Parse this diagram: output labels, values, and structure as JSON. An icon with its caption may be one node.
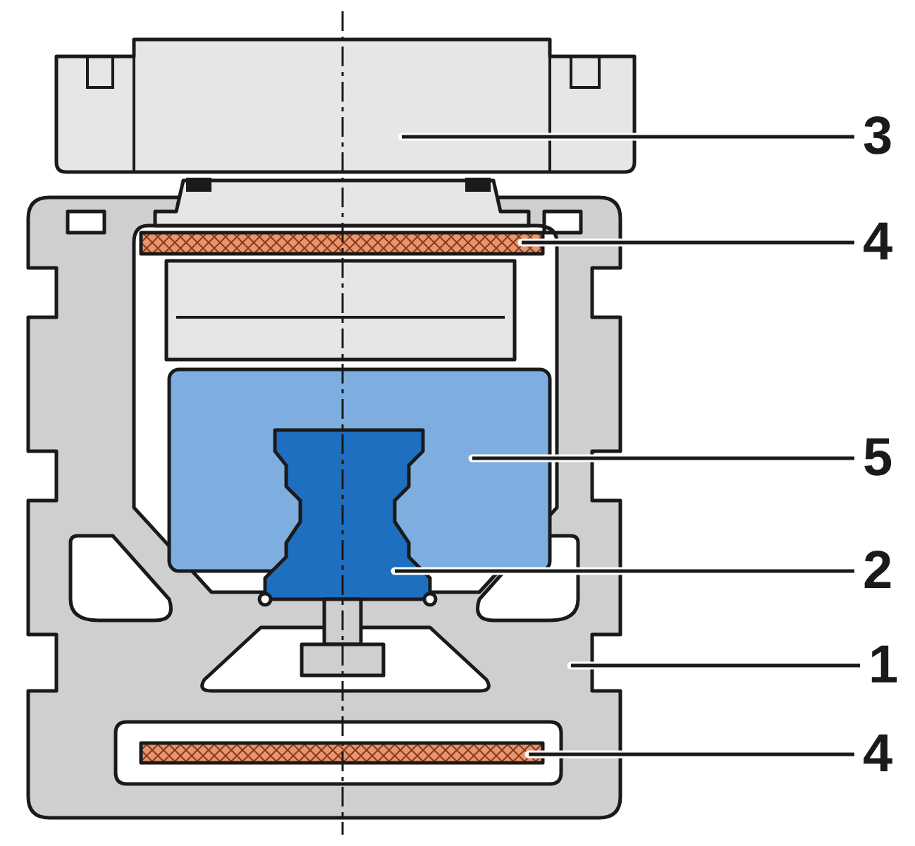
{
  "diagram": {
    "nodes": [
      {
        "text": [
          "3"
        ]
      },
      {
        "text": [
          "4"
        ]
      },
      {
        "text": [
          "5"
        ]
      },
      {
        "text": [
          "2"
        ]
      },
      {
        "text": [
          "1"
        ]
      },
      {
        "text": [
          "4"
        ]
      },
      {
        "text": [],
        "shape": "picture"
      },
      {
        "text": [],
        "shape": "picture"
      },
      {
        "text": [],
        "shape": "picture",
        "in": 10
      },
      {
        "text": [],
        "shape": "picture",
        "in": 10
      },
      {
        "text": [],
        "shape": "picture"
      },
      {
        "text": [],
        "shape": "picture",
        "in": 10
      }
    ],
    "edges": [
      {
        "from": 0,
        "to": 6,
        "arrow": "none"
      },
      {
        "from": 1,
        "to": 7,
        "arrow": "none"
      },
      {
        "from": 2,
        "to": 8,
        "arrow": "none"
      },
      {
        "from": 3,
        "to": 9,
        "arrow": "none"
      },
      {
        "from": 4,
        "to": 10,
        "arrow": "none"
      },
      {
        "from": 5,
        "to": 11,
        "arrow": "none"
      }
    ]
  }
}
